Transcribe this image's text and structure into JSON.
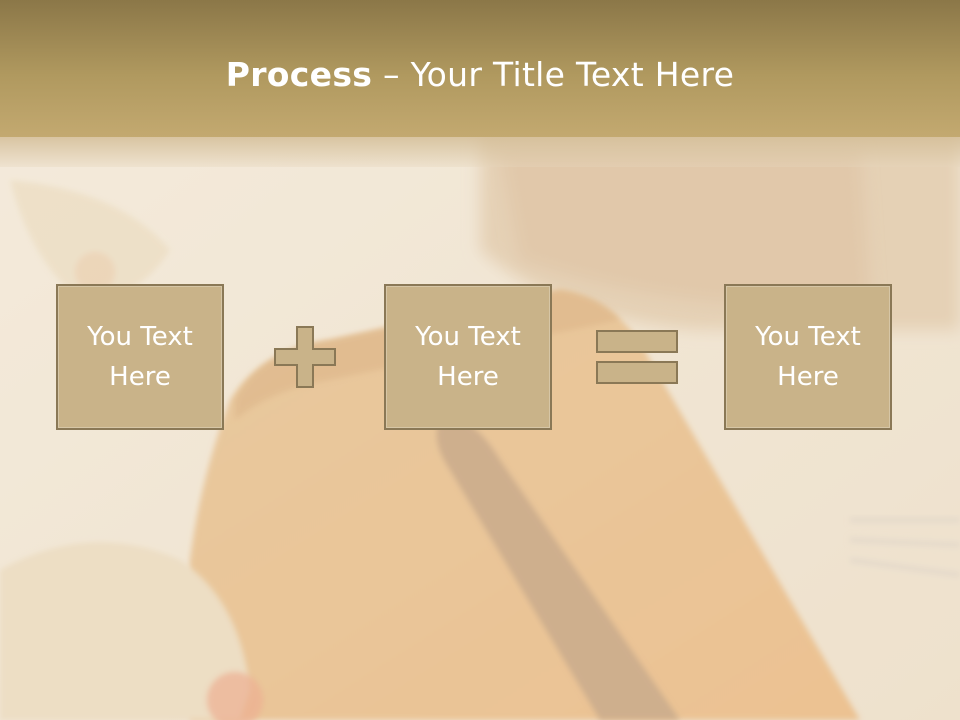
{
  "slide": {
    "title_bold": "Process",
    "title_rest": " – Your Title Text Here",
    "boxes": [
      {
        "line1": "You Text",
        "line2": "Here"
      },
      {
        "line1": "You Text",
        "line2": "Here"
      },
      {
        "line1": "You Text",
        "line2": "Here"
      }
    ],
    "operators": [
      "plus-icon",
      "equals-icon"
    ],
    "colors": {
      "title_bar": "#b0995f",
      "box_fill": "#c9b389",
      "box_border": "#8a7856",
      "text": "#ffffff"
    }
  }
}
